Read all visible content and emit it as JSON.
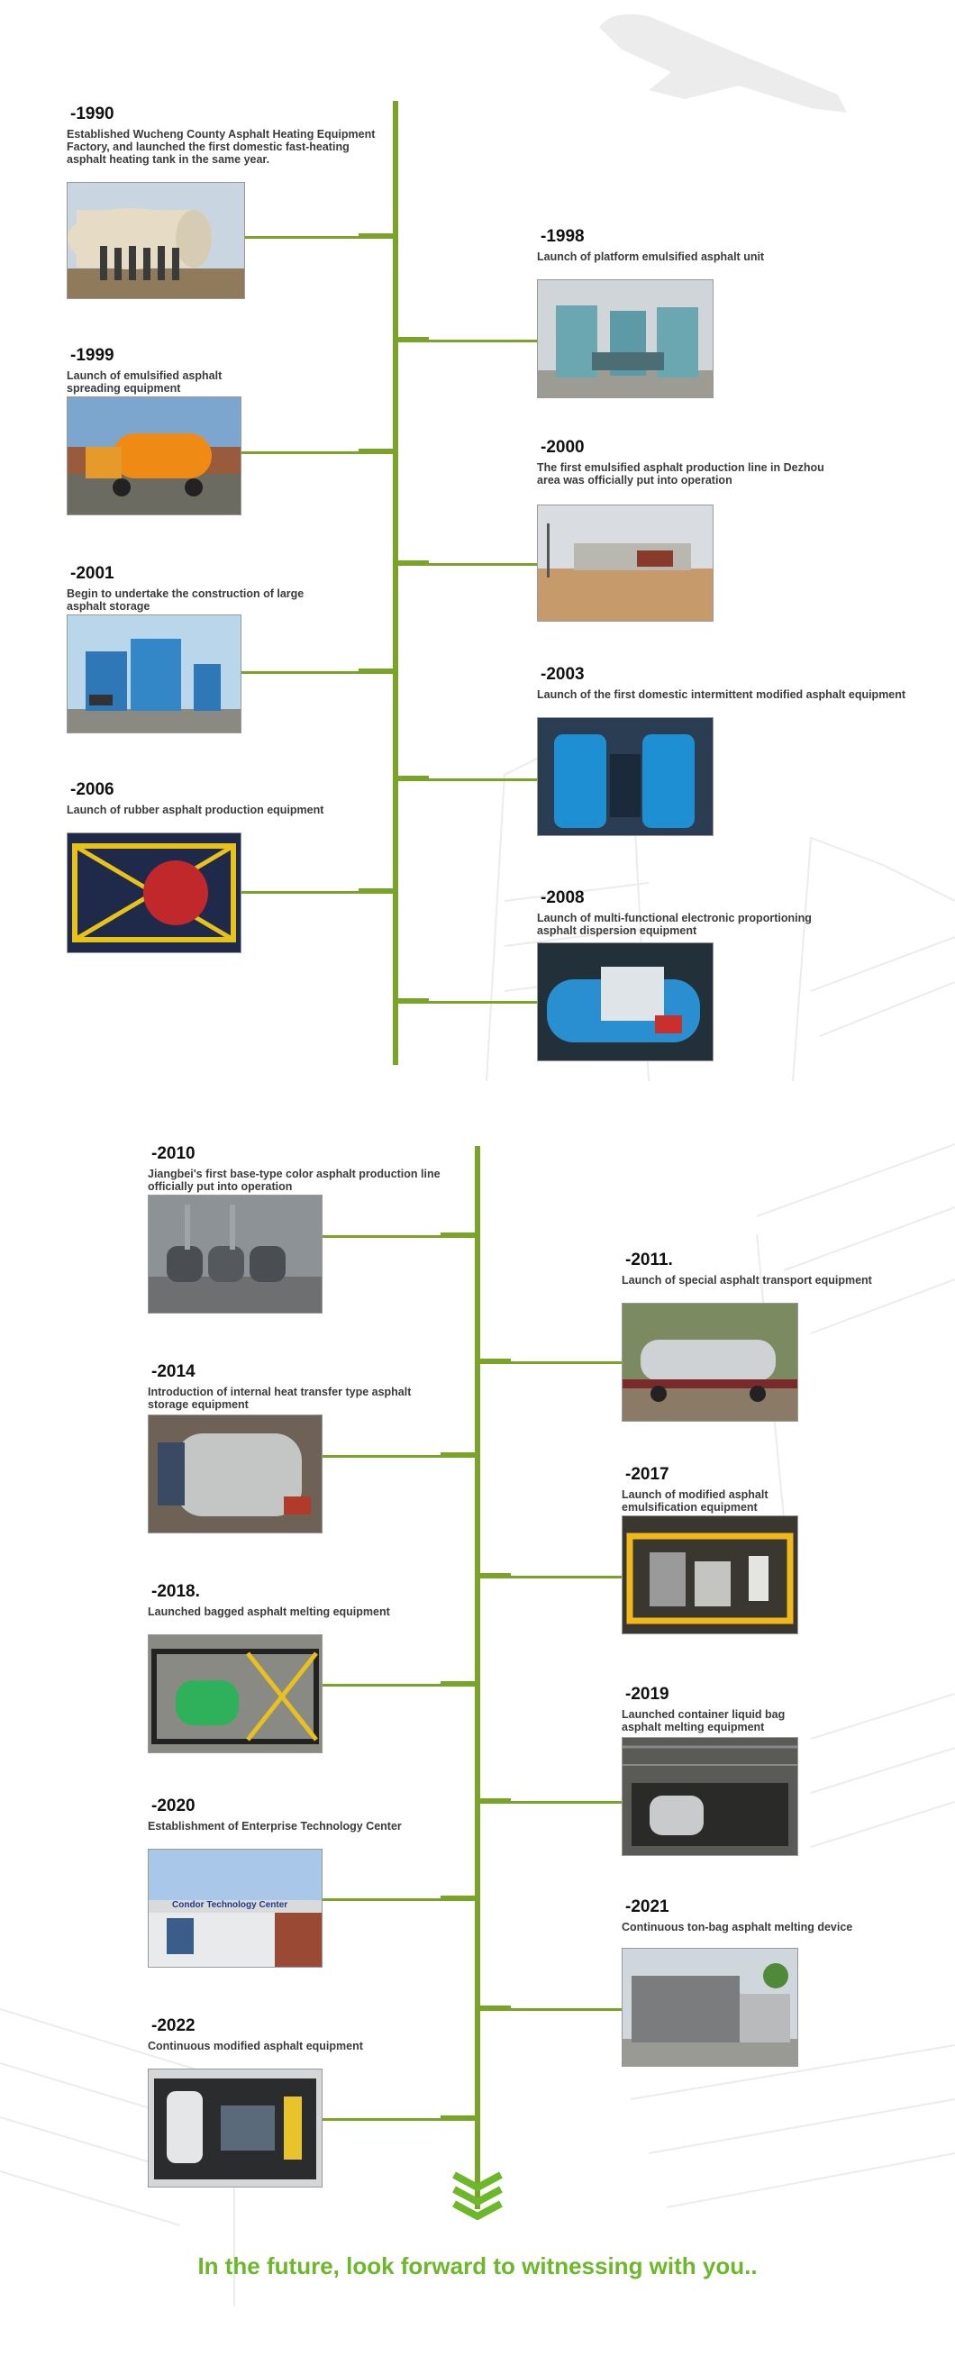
{
  "timeline_1": [
    {
      "year": "-1990",
      "text": "Established Wucheng County Asphalt Heating Equipment Factory, and launched the first domestic fast-heating asphalt heating tank in the same year.",
      "image": "asphalt-heating-tank-photo"
    },
    {
      "year": "-1998",
      "text": "Launch of platform emulsified asphalt unit",
      "image": "emulsified-asphalt-unit-photo"
    },
    {
      "year": "-1999",
      "text": "Launch of emulsified asphalt spreading equipment",
      "image": "spreading-equipment-photo"
    },
    {
      "year": "-2000",
      "text": "The first emulsified asphalt production line in Dezhou area was officially put into operation",
      "image": "production-line-photo"
    },
    {
      "year": "-2001",
      "text": "Begin to undertake the construction of large asphalt storage",
      "image": "asphalt-storage-photo"
    },
    {
      "year": "-2003",
      "text": "Launch of the first domestic intermittent modified asphalt equipment",
      "image": "modified-asphalt-equipment-photo"
    },
    {
      "year": "-2006",
      "text": "Launch of rubber asphalt production equipment",
      "image": "rubber-asphalt-equipment-photo"
    },
    {
      "year": "-2008",
      "text": "Launch of multi-functional electronic proportioning asphalt dispersion equipment",
      "image": "dispersion-equipment-photo"
    }
  ],
  "timeline_2": [
    {
      "year": "-2010",
      "text": "Jiangbei's first base-type color asphalt production line officially put into operation",
      "image": "color-asphalt-line-photo"
    },
    {
      "year": "-2011.",
      "text": "Launch of special asphalt transport equipment",
      "image": "transport-equipment-photo"
    },
    {
      "year": "-2014",
      "text": "Introduction of internal heat transfer type asphalt storage equipment",
      "image": "heat-transfer-storage-photo"
    },
    {
      "year": "-2017",
      "text": "Launch of modified asphalt emulsification equipment",
      "image": "emulsification-equipment-photo"
    },
    {
      "year": "-2018.",
      "text": "Launched bagged asphalt melting equipment",
      "image": "bagged-melting-equipment-photo"
    },
    {
      "year": "-2019",
      "text": "Launched container liquid bag asphalt melting equipment",
      "image": "container-melting-equipment-photo"
    },
    {
      "year": "-2020",
      "text": "Establishment of Enterprise Technology Center",
      "image": "technology-center-photo",
      "sign": "Condor Technology Center"
    },
    {
      "year": "-2021",
      "text": "Continuous ton-bag asphalt melting device",
      "image": "ton-bag-melting-device-photo"
    },
    {
      "year": "-2022",
      "text": "Continuous modified asphalt equipment",
      "image": "continuous-modified-equipment-photo"
    }
  ],
  "footer": {
    "text": "In the future, look forward to witnessing with you.."
  },
  "colors": {
    "line": "#7aa32a",
    "future_text": "#6cb82a"
  }
}
